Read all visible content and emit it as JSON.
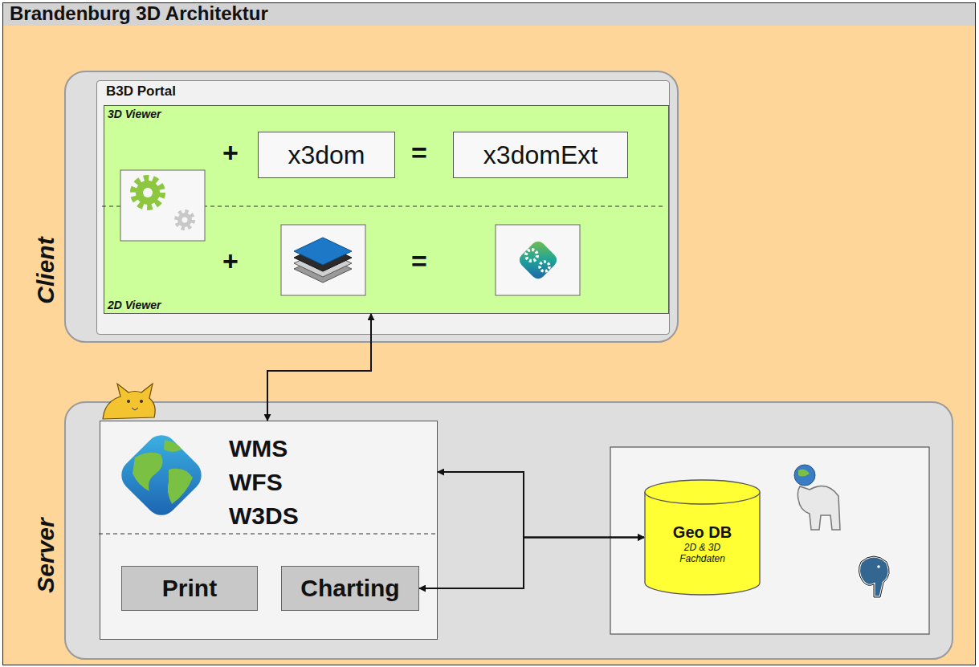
{
  "diagram": {
    "title": "Brandenburg 3D Architektur",
    "nodes": [
      {
        "text": [
          "Client"
        ]
      },
      {
        "text": [
          "B3D Portal"
        ],
        "in": 0
      },
      {
        "text": [
          "3D Viewer",
          "2D Viewer"
        ],
        "in": 1
      },
      {
        "text": [
          "x3dom"
        ],
        "in": 2
      },
      {
        "text": [
          "x3domExt"
        ],
        "in": 2
      },
      {
        "text": [
          "Server"
        ]
      },
      {
        "text": [
          "WMS",
          "WFS",
          "W3DS"
        ],
        "in": 5
      },
      {
        "text": [
          "Print"
        ],
        "in": 6
      },
      {
        "text": [
          "Charting"
        ],
        "in": 6
      },
      {
        "text": [
          "Geo DB",
          "2D & 3D Fachdaten"
        ],
        "in": 5
      }
    ],
    "edges": [
      {
        "from": 6,
        "to": 2,
        "arrow": "both"
      },
      {
        "from": 9,
        "to": 6,
        "arrow": "both"
      },
      {
        "from": 9,
        "to": 8,
        "arrow": "both"
      }
    ],
    "labels": [
      "+",
      "=",
      "+",
      "="
    ]
  }
}
